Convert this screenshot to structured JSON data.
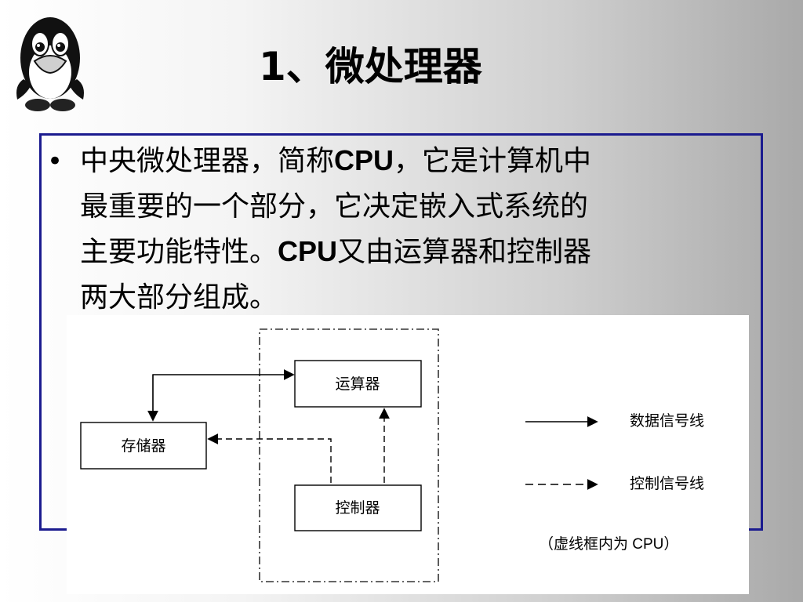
{
  "title": "1、微处理器",
  "bullet": {
    "lines": [
      [
        "中央微处理器，简称",
        "CPU",
        "，它是计算机中"
      ],
      [
        "最重要的一个部分，它决定嵌入式系统的",
        "",
        ""
      ],
      [
        "主要功能特性。",
        "CPU",
        "又由运算器和控制器"
      ],
      [
        "两大部分组成。",
        "",
        ""
      ]
    ]
  },
  "diagram": {
    "boxes": {
      "alu": "运算器",
      "memory": "存储器",
      "controller": "控制器"
    },
    "legend": {
      "data_line": "数据信号线",
      "control_line": "控制信号线",
      "note": "（虚线框内为 CPU）"
    }
  }
}
